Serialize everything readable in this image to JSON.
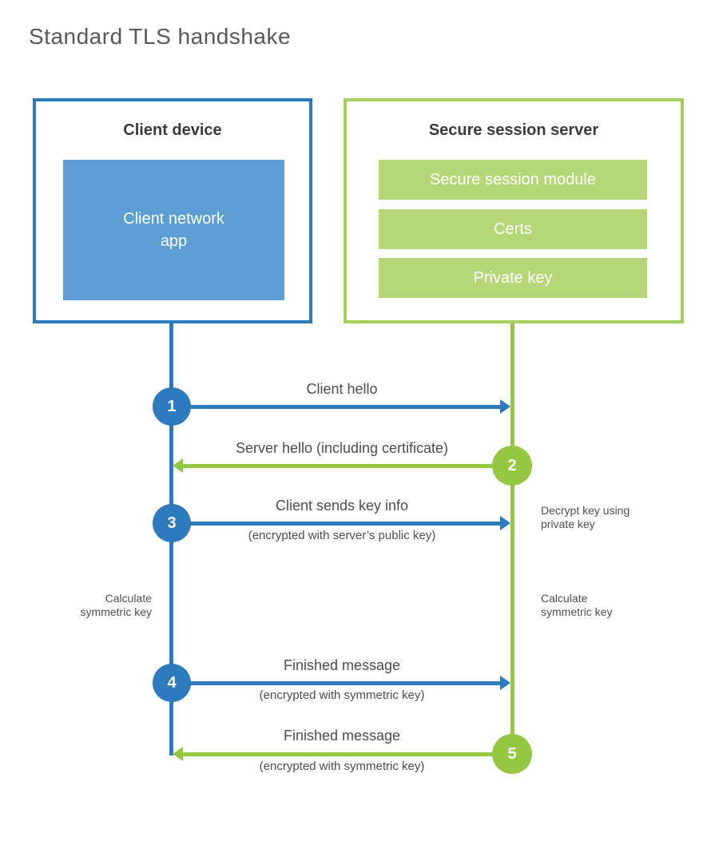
{
  "title": "Standard TLS handshake",
  "colors": {
    "blue": "#2e7abf",
    "blue_fill": "#5c9dd5",
    "green": "#93c840",
    "green_border": "#a6cf5f",
    "green_fill": "#b5d778",
    "title_text": "#58595b",
    "heading_text": "#3b3b3b",
    "label_text": "#4d4d4d",
    "note_text": "#4f4f4f"
  },
  "client": {
    "title": "Client device",
    "app_label": "Client network\napp"
  },
  "server": {
    "title": "Secure session server",
    "modules": [
      "Secure session module",
      "Certs",
      "Private key"
    ]
  },
  "steps": [
    {
      "number": "1",
      "label": "Client hello",
      "sublabel": ""
    },
    {
      "number": "2",
      "label": "Server hello (including certificate)",
      "sublabel": ""
    },
    {
      "number": "3",
      "label": "Client sends key info",
      "sublabel": "(encrypted with server’s public key)"
    },
    {
      "number": "4",
      "label": "Finished message",
      "sublabel": "(encrypted with symmetric key)"
    },
    {
      "number": "5",
      "label": "Finished message",
      "sublabel": "(encrypted with symmetric key)"
    }
  ],
  "notes": {
    "decrypt": "Decrypt key using\nprivate key",
    "calculate_left": "Calculate\nsymmetric key",
    "calculate_right": "Calculate\nsymmetric key"
  }
}
